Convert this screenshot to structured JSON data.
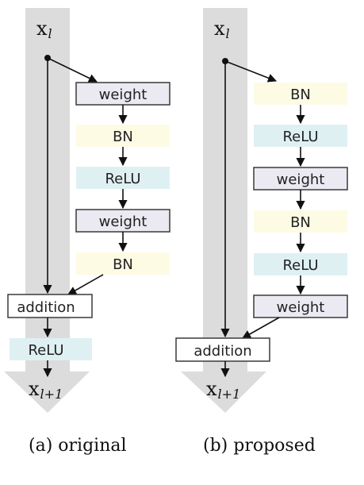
{
  "colors": {
    "trunk": "#dcdcdc",
    "weight_fill": "#ebe9f2",
    "weight_stroke": "#3a3a3a",
    "bn_fill": "#fdfbe4",
    "relu_fill": "#dff0f3",
    "addition_fill": "#ffffff",
    "arrow": "#111111"
  },
  "left": {
    "input": {
      "base": "x",
      "sub": "l"
    },
    "output": {
      "base": "x",
      "sub": "l+1"
    },
    "blocks": [
      "weight",
      "BN",
      "ReLU",
      "weight",
      "BN"
    ],
    "addition": "addition",
    "post": "ReLU",
    "caption": "(a) original"
  },
  "right": {
    "input": {
      "base": "x",
      "sub": "l"
    },
    "output": {
      "base": "x",
      "sub": "l+1"
    },
    "blocks": [
      "BN",
      "ReLU",
      "weight",
      "BN",
      "ReLU",
      "weight"
    ],
    "addition": "addition",
    "caption": "(b) proposed"
  }
}
